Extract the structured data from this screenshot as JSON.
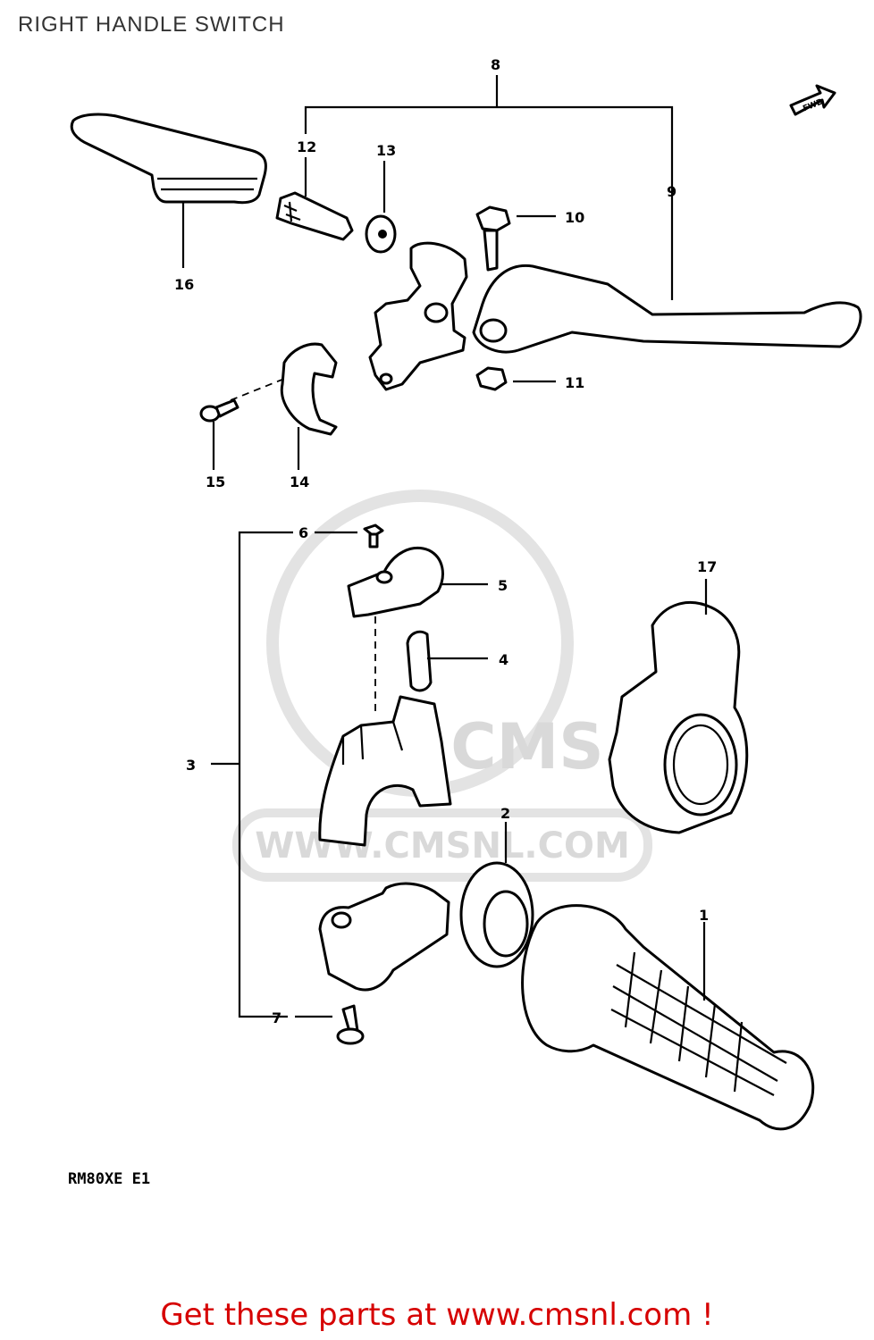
{
  "title": "RIGHT HANDLE SWITCH",
  "model_code": "RM80XE E1",
  "footer_link": "Get these parts at www.cmsnl.com !",
  "watermark": {
    "text": "WWW.CMSNL.COM",
    "logo_text": "CMS"
  },
  "fwd_arrow_label": "FWD",
  "callouts": [
    {
      "number": "1",
      "part": "grip"
    },
    {
      "number": "2",
      "part": "ring"
    },
    {
      "number": "3",
      "part": "switch-assembly"
    },
    {
      "number": "4",
      "part": "clip"
    },
    {
      "number": "5",
      "part": "plate"
    },
    {
      "number": "6",
      "part": "screw"
    },
    {
      "number": "7",
      "part": "screw"
    },
    {
      "number": "8",
      "part": "lever-assembly"
    },
    {
      "number": "9",
      "part": "lever"
    },
    {
      "number": "10",
      "part": "bolt"
    },
    {
      "number": "11",
      "part": "nut"
    },
    {
      "number": "12",
      "part": "adjuster"
    },
    {
      "number": "13",
      "part": "nut"
    },
    {
      "number": "14",
      "part": "clamp"
    },
    {
      "number": "15",
      "part": "screw"
    },
    {
      "number": "16",
      "part": "lever-cover"
    },
    {
      "number": "17",
      "part": "throttle-cover"
    }
  ]
}
